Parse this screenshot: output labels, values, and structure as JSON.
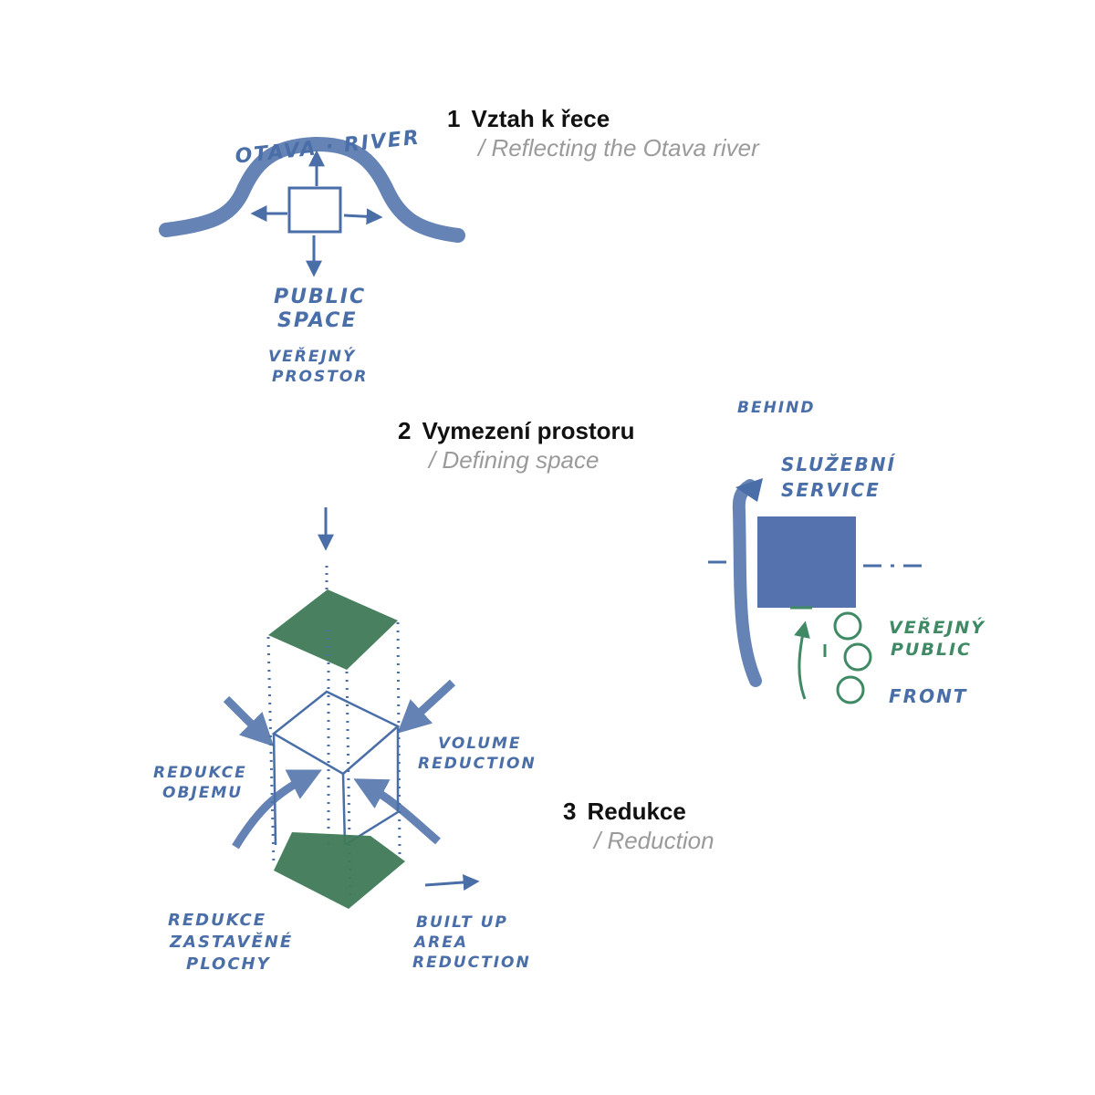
{
  "captions": [
    {
      "number": "1",
      "title": "Vztah k řece",
      "subtitle": "/ Reflecting the Otava river"
    },
    {
      "number": "2",
      "title": "Vymezení prostoru",
      "subtitle": "/ Defining space"
    },
    {
      "number": "3",
      "title": "Redukce",
      "subtitle": "/ Reduction"
    }
  ],
  "sketch1": {
    "river_label": "OTAVA · RIVER",
    "public_space_en_1": "PUBLIC",
    "public_space_en_2": "SPACE",
    "public_space_cz_1": "VEŘEJNÝ",
    "public_space_cz_2": "PROSTOR"
  },
  "sketch2": {
    "behind": "BEHIND",
    "service_cz": "SLUŽEBNÍ",
    "service_en": "SERVICE",
    "public_cz": "VEŘEJNÝ",
    "public_en": "PUBLIC",
    "front": "FRONT"
  },
  "sketch3": {
    "volume_cz_1": "REDUKCE",
    "volume_cz_2": "OBJEMU",
    "volume_en_1": "VOLUME",
    "volume_en_2": "REDUCTION",
    "area_cz_1": "REDUKCE",
    "area_cz_2": "ZASTAVĚNÉ",
    "area_cz_3": "PLOCHY",
    "area_en_1": "BUILT UP",
    "area_en_2": "AREA",
    "area_en_3": "REDUCTION"
  },
  "colors": {
    "ink_blue": "#4a6ea8",
    "ink_green": "#3f8a64",
    "fill_blue": "#4d6aaa",
    "fill_green": "#3f7a57",
    "caption_black": "#111111",
    "caption_grey": "#9a9a9a"
  }
}
